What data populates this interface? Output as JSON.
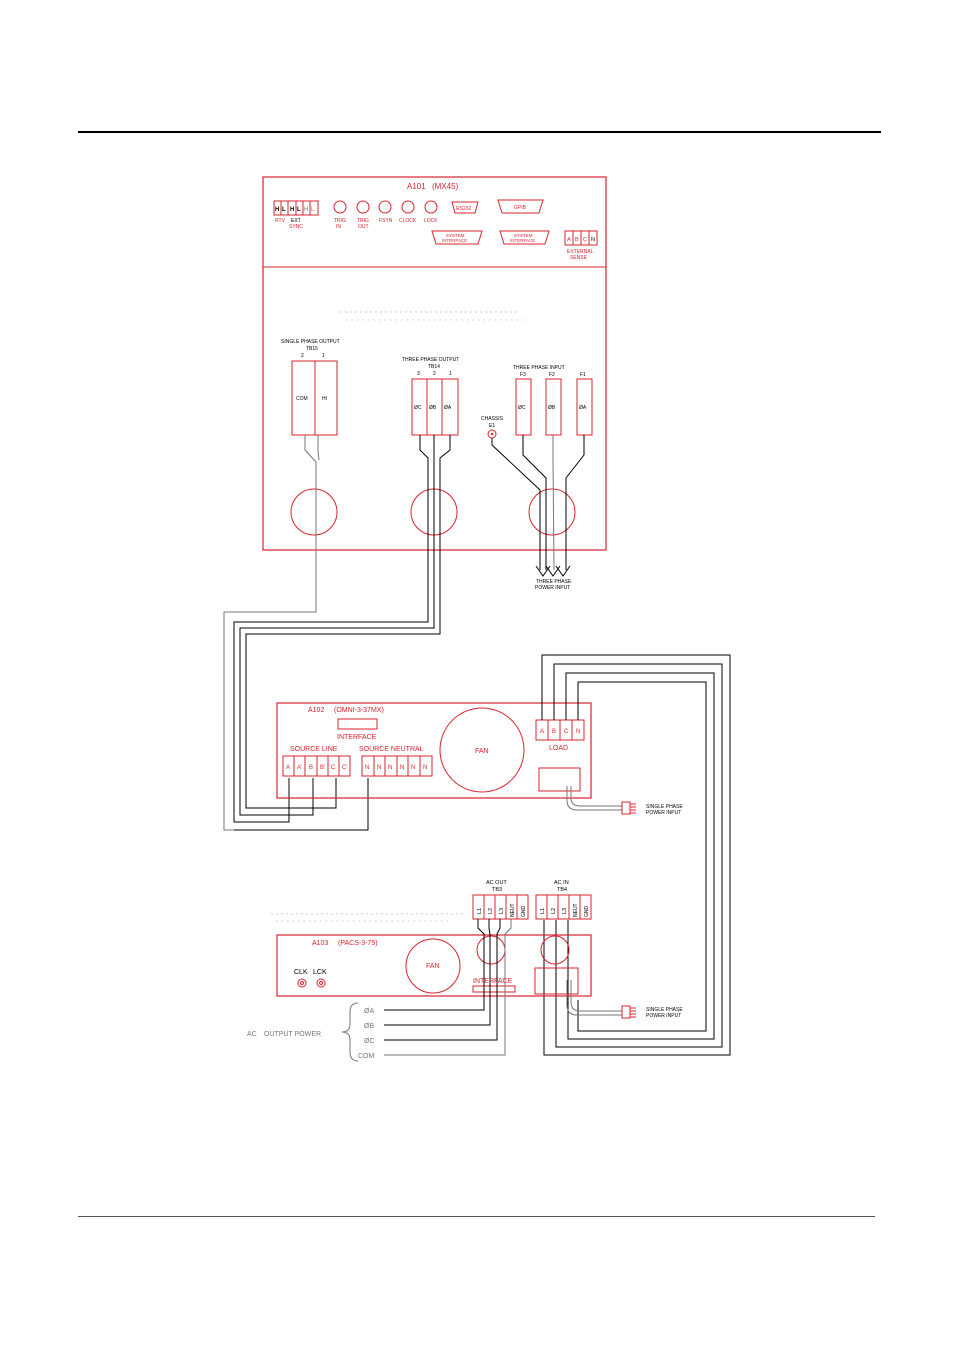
{
  "colors": {
    "device": "#d9232e",
    "wire": "#000000",
    "rule": "#000000"
  },
  "a101": {
    "title": "A101",
    "model": "(MX45)",
    "ext_sync_pins": [
      "H",
      "L",
      "H",
      "L",
      "H",
      "L"
    ],
    "rtv_label": "RTV",
    "ext_sync_label": "EXT",
    "sync_label": "SYNC",
    "trig_in": [
      "TRIG",
      "IN"
    ],
    "trig_out": [
      "TRIG",
      "OUT"
    ],
    "fsyn": "FSYN",
    "clock": "CLOCK",
    "lock": "LOCK",
    "rs232": "RS232",
    "gpib": "GPIB",
    "system_interface": [
      "SYSTEM",
      "INTERFACE"
    ],
    "ext_sense_pins": [
      "A",
      "B",
      "C",
      "N"
    ],
    "ext_sense": [
      "EXTERNAL",
      "SENSE"
    ],
    "single_phase_output": "SINGLE  PHASE  OUTPUT",
    "tb15": "TB15",
    "tb15_pins": [
      "2",
      "1"
    ],
    "com": "COM",
    "hi": "HI",
    "three_phase_output": "THREE  PHASE  OUTPUT",
    "tb14": "TB14",
    "tb14_pins": [
      "3",
      "2",
      "1"
    ],
    "tb14_terms": [
      "ØC",
      "ØB",
      "ØA"
    ],
    "three_phase_input": "THREE     PHASE     INPUT",
    "input_terms": [
      "F3",
      "F2",
      "F1"
    ],
    "input_cols": [
      "ØC",
      "ØB",
      "ØA"
    ],
    "chassis": [
      "CHASSIS",
      "E1"
    ],
    "power_input": [
      "THREE  PHASE",
      "POWER  INPUT"
    ]
  },
  "a102": {
    "title": "A102",
    "model": "(OMNI-3-37MX)",
    "interface": "INTERFACE",
    "fan": "FAN",
    "source_line": "SOURCE  LINE",
    "line_terms": [
      "A",
      "A'",
      "B",
      "B'",
      "C",
      "C'"
    ],
    "source_neutral": "SOURCE  NEUTRAL",
    "neutral_terms": [
      "N",
      "N",
      "N",
      "N",
      "N",
      "N"
    ],
    "load_terms": [
      "A",
      "B",
      "C",
      "N"
    ],
    "load": "LOAD",
    "single_phase_power_input": [
      "SINGLE  PHASE",
      "POWER  INPUT"
    ]
  },
  "a103": {
    "title": "A103",
    "model": "(PACS-3-75)",
    "fan": "FAN",
    "clk": "CLK",
    "lck": "LCK",
    "interface": "INTERFACE",
    "ac_out": [
      "AC  OUT",
      "TB3"
    ],
    "ac_in": [
      "AC  IN",
      "TB4"
    ],
    "tb3_terms": [
      "L1",
      "L2",
      "L3",
      "NEUT",
      "GND"
    ],
    "tb4_terms": [
      "L1",
      "L2",
      "L3",
      "NEUT",
      "GND"
    ],
    "single_phase_power_input": [
      "SINGLE  PHASE",
      "POWER  INPUT"
    ]
  },
  "output": {
    "ac": "AC",
    "output_power": "OUTPUT  POWER",
    "phases": [
      "ØA",
      "ØB",
      "ØC",
      "COM"
    ]
  }
}
